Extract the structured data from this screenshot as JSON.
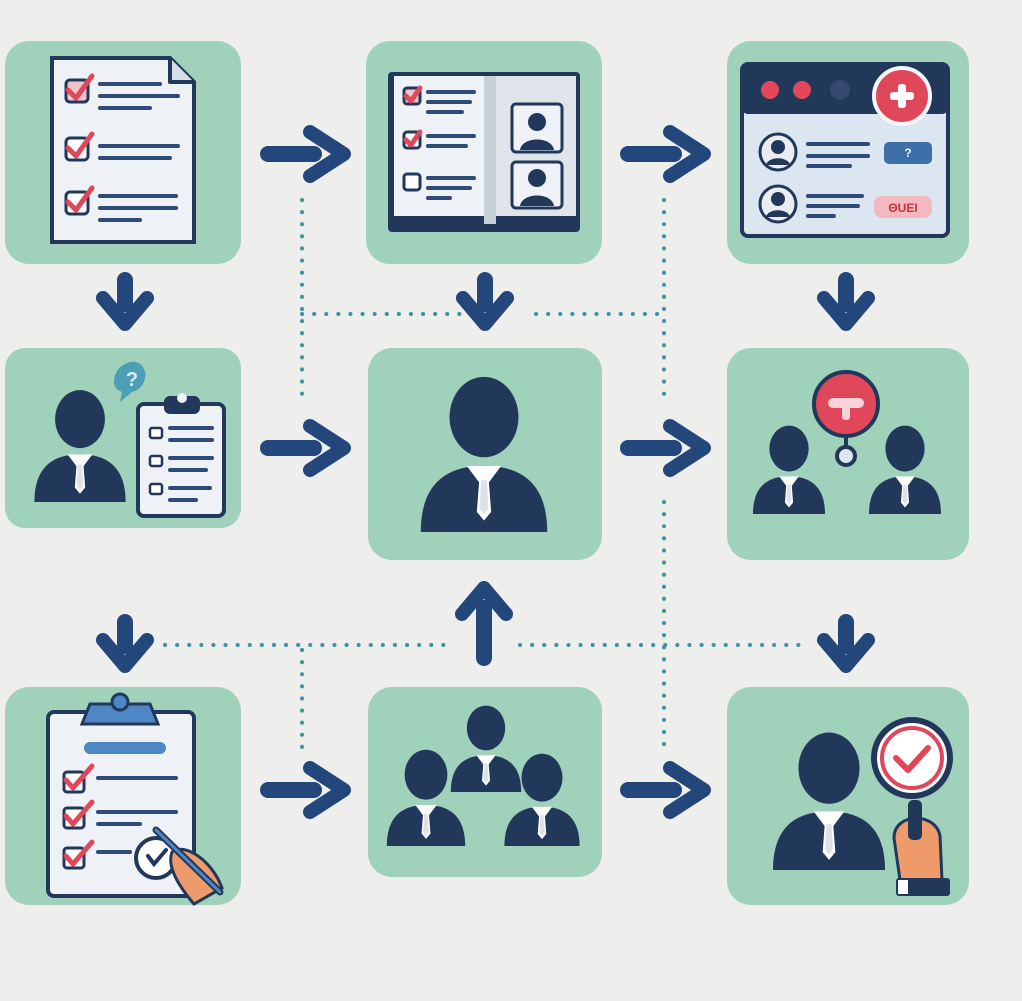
{
  "colors": {
    "background": "#eeeeed",
    "node_fill": "#9fd1bb",
    "navy": "#22385b",
    "arrow": "#23477a",
    "dotted_connector": "#3b93a3",
    "accent_red": "#e0475a",
    "skin": "#ef9a6b"
  },
  "nodes": [
    {
      "id": "checklist-document",
      "icon": "checklist-document-icon"
    },
    {
      "id": "profile-book",
      "icon": "profile-book-icon"
    },
    {
      "id": "candidate-app-window",
      "icon": "app-window-icon",
      "badges": [
        {
          "label": "?"
        },
        {
          "label": "ΘUEI"
        }
      ]
    },
    {
      "id": "person-with-clipboard",
      "icon": "person-clipboard-icon",
      "bubble": "?"
    },
    {
      "id": "central-person",
      "icon": "person-icon"
    },
    {
      "id": "two-people-discussion",
      "icon": "discussion-icon"
    },
    {
      "id": "clipboard-signing",
      "icon": "clipboard-sign-icon"
    },
    {
      "id": "team-group",
      "icon": "team-icon"
    },
    {
      "id": "person-approval",
      "icon": "approval-magnifier-icon"
    }
  ]
}
